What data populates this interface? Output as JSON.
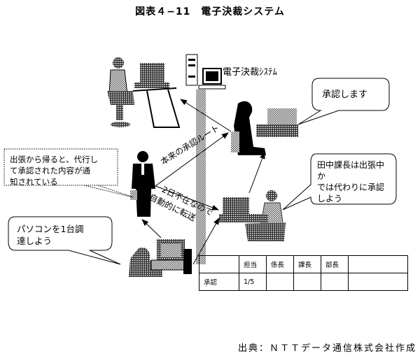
{
  "title": "図表４−11　電子決裁システム",
  "system": {
    "label": "電子決裁ｼｽﾃﾑ",
    "icon": "desktop-computer-icon"
  },
  "notes": {
    "return_notice": [
      "出張から帰ると、代行し",
      "て承認された内容が通",
      "知されている"
    ]
  },
  "bubbles": {
    "approve": "承認します",
    "tanaka": [
      "田中課長は出張中",
      "か",
      "では代わりに承認",
      "しよう"
    ],
    "procure_pc": [
      "パソコンを1台調",
      "達しよう"
    ]
  },
  "routes": {
    "normal": "本来の承認ルート",
    "auto_line1": "2日不在なので",
    "auto_line2": "自動的に転送"
  },
  "approval_table": {
    "header": [
      "",
      "担当",
      "係長",
      "課長",
      "部長",
      ""
    ],
    "rows": [
      [
        "承認",
        "1/5",
        "",
        "",
        "",
        ""
      ]
    ]
  },
  "figures": [
    "manager-at-desk-on-phone-icon",
    "approver-woman-at-computer-icon",
    "businessman-traveling-icon",
    "deputy-approver-at-computer-icon",
    "requester-at-computer-icon"
  ],
  "source": "出典：ＮＴＴデータ通信株式会社作成"
}
